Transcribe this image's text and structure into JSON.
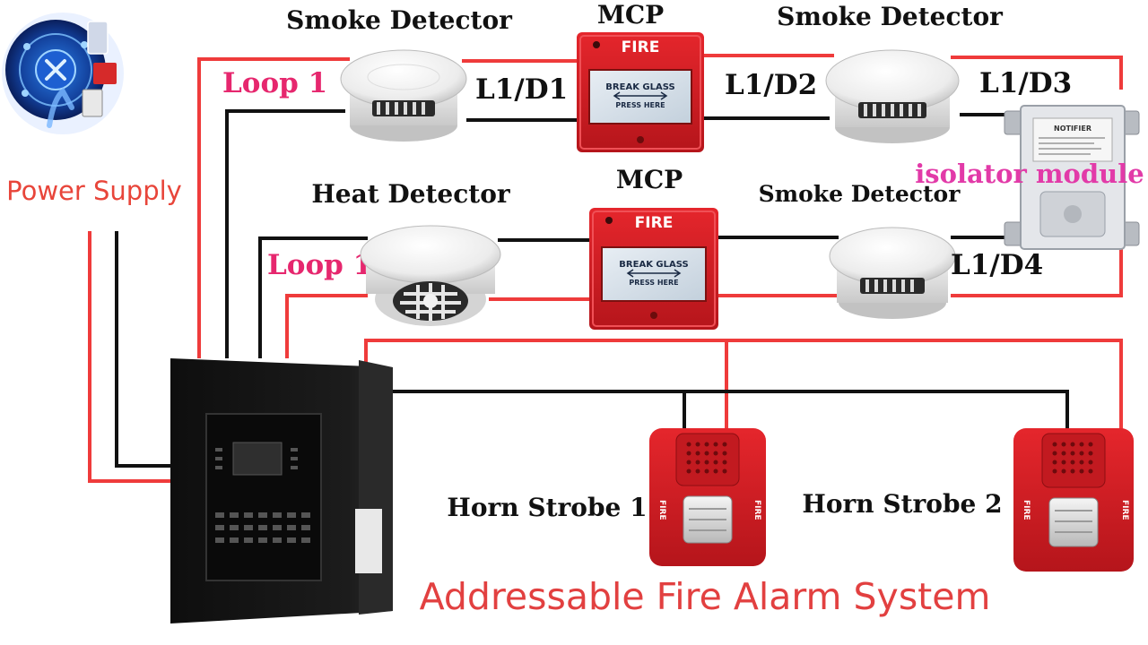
{
  "colors": {
    "wire_red": "#ef3b3b",
    "wire_black": "#111111",
    "loop_label": "#e6276e",
    "isolator_label": "#e23aa8",
    "power_label": "#e8453a",
    "title": "#e24040",
    "device_red": "#d81f26",
    "panel_black": "#151515"
  },
  "icons": [
    "logo-badge-icon",
    "smoke-detector-icon",
    "manual-call-point-icon",
    "heat-detector-icon",
    "horn-strobe-icon",
    "isolator-module-icon",
    "control-panel-icon"
  ],
  "power_supply": "Power Supply",
  "loops": {
    "upper": "Loop 1",
    "lower": "Loop 1"
  },
  "devices": {
    "smoke1": {
      "label": "Smoke Detector",
      "addr": "L1/D1"
    },
    "mcp1": {
      "label": "MCP",
      "addr": "L1/D2",
      "face_top": "FIRE",
      "glass1": "BREAK GLASS",
      "glass2": "PRESS HERE"
    },
    "smoke2": {
      "label": "Smoke Detector",
      "addr": "L1/D3"
    },
    "heat": {
      "label": "Heat Detector"
    },
    "mcp2": {
      "label": "MCP",
      "face_top": "FIRE",
      "glass1": "BREAK GLASS",
      "glass2": "PRESS HERE"
    },
    "smoke3": {
      "label": "Smoke Detector",
      "addr": "L1/D4"
    },
    "isolator": {
      "label": "isolator module",
      "brand": "NOTIFIER"
    },
    "horn1": {
      "label": "Horn Strobe 1",
      "side": "FIRE"
    },
    "horn2": {
      "label": "Horn Strobe 2",
      "side": "FIRE"
    }
  },
  "title": "Addressable Fire Alarm System"
}
